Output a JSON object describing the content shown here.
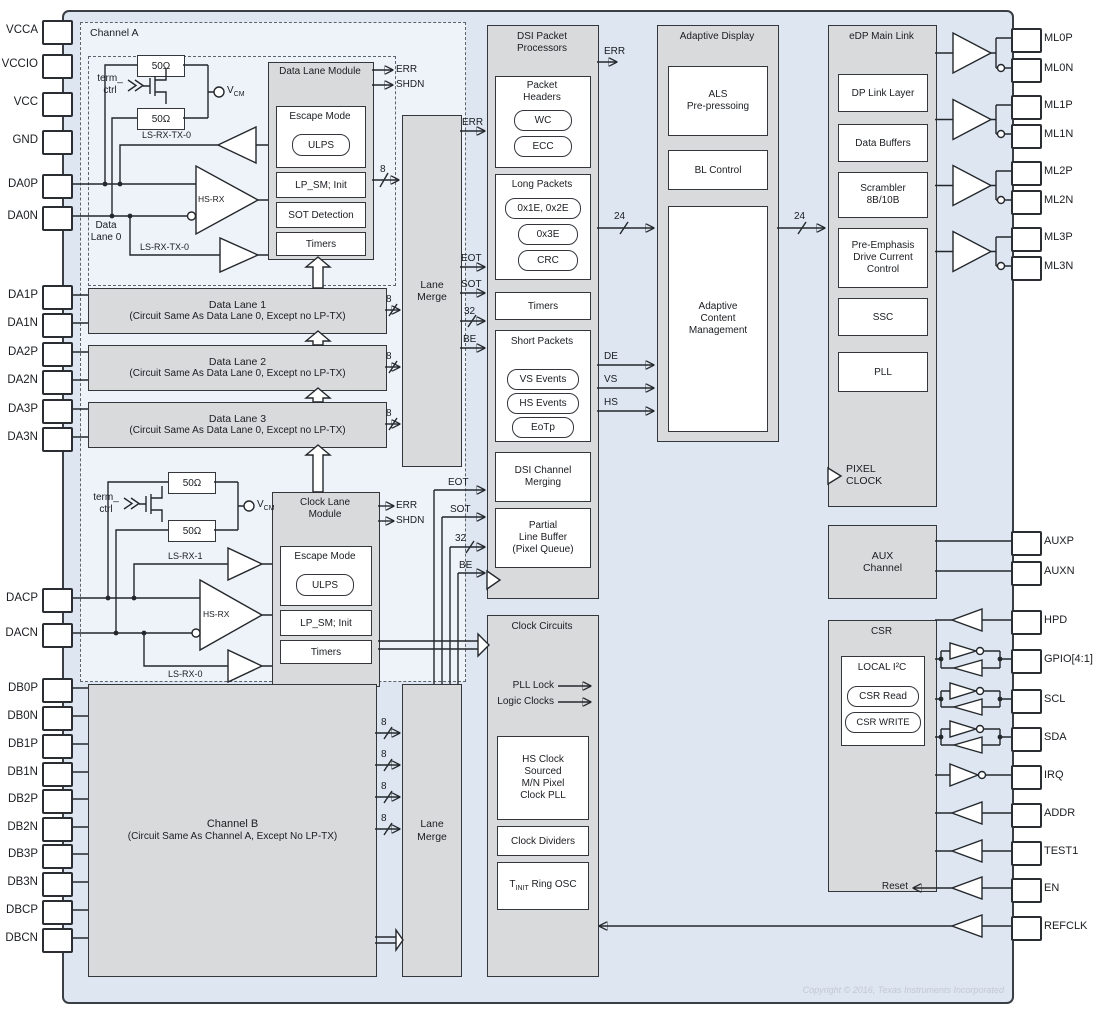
{
  "diagram": {
    "watermark": "Copyright © 2016, Texas Instruments Incorporated"
  },
  "colors": {
    "chip_bg": "#dde6f1",
    "block_fill": "#d9dadb",
    "line": "#24282c",
    "white": "#ffffff"
  },
  "pins": {
    "left": [
      "VCCA",
      "VCCIO",
      "VCC",
      "GND",
      "DA0P",
      "DA0N",
      "DA1P",
      "DA1N",
      "DA2P",
      "DA2N",
      "DA3P",
      "DA3N",
      "DACP",
      "DACN",
      "DB0P",
      "DB0N",
      "DB1P",
      "DB1N",
      "DB2P",
      "DB2N",
      "DB3P",
      "DB3N",
      "DBCP",
      "DBCN"
    ],
    "right": [
      "ML0P",
      "ML0N",
      "ML1P",
      "ML1N",
      "ML2P",
      "ML2N",
      "ML3P",
      "ML3N",
      "AUXP",
      "AUXN",
      "HPD",
      "GPIO[4:1]",
      "SCL",
      "SDA",
      "IRQ",
      "ADDR",
      "TEST1",
      "EN",
      "REFCLK"
    ]
  },
  "signals": {
    "err": "ERR",
    "shdn": "SHDN",
    "eot": "EOT",
    "sot": "SOT",
    "be": "BE",
    "de": "DE",
    "vs": "VS",
    "hs": "HS",
    "pll_lock": "PLL Lock",
    "logic_clocks": "Logic Clocks",
    "reset": "Reset"
  },
  "buses": {
    "b8": "8",
    "b24": "24",
    "b32": "32"
  },
  "labels": {
    "vcm_base": "V",
    "vcm_sub": "CM",
    "term_line1": "term_",
    "term_line2": "ctrl",
    "r50": "50Ω"
  },
  "channel_a": {
    "title": "Channel A",
    "ls_rx_tx": "LS-RX-TX-0",
    "hs_rx": "HS-RX",
    "ls_rx_1": "LS-RX-1",
    "ls_rx_0": "LS-RX-0",
    "lane0_line1": "Data",
    "lane0_line2": "Lane 0",
    "data_lane_module": {
      "title": "Data Lane Module",
      "escape_mode": "Escape Mode",
      "ulps": "ULPS",
      "lp_sm": "LP_SM; Init",
      "sot_detection": "SOT Detection",
      "timers": "Timers"
    },
    "clock_lane_module": {
      "title_line1": "Clock Lane",
      "title_line2": "Module",
      "escape_mode": "Escape Mode",
      "ulps": "ULPS",
      "lp_sm": "LP_SM; Init",
      "timers": "Timers"
    },
    "lane1_title": "Data Lane 1",
    "lane2_title": "Data Lane 2",
    "lane3_title": "Data Lane 3",
    "lane_subtitle": "(Circuit Same As Data Lane 0, Except no LP-TX)"
  },
  "lane_merge": {
    "line1": "Lane",
    "line2": "Merge"
  },
  "channel_b": {
    "title": "Channel B",
    "subtitle": "(Circuit Same As Channel A, Except No LP-TX)"
  },
  "dsi": {
    "title_line1": "DSI Packet",
    "title_line2": "Processors",
    "packet_headers_line1": "Packet",
    "packet_headers_line2": "Headers",
    "wc": "WC",
    "ecc": "ECC",
    "long_packets": "Long Packets",
    "lp_pill1": "0x1E, 0x2E",
    "lp_pill2": "0x3E",
    "lp_pill3": "CRC",
    "timers": "Timers",
    "short_packets": "Short Packets",
    "sp_pill1": "VS Events",
    "sp_pill2": "HS Events",
    "sp_pill3": "EoTp",
    "merging_line1": "DSI Channel",
    "merging_line2": "Merging",
    "plb_line1": "Partial",
    "plb_line2": "Line Buffer",
    "plb_line3": "(Pixel Queue)"
  },
  "clock_circuits": {
    "title": "Clock Circuits",
    "hs1": "HS Clock",
    "hs2": "Sourced",
    "hs3": "M/N Pixel",
    "hs4": "Clock PLL",
    "dividers": "Clock Dividers",
    "tinit_base": "T",
    "tinit_sub": "INIT",
    "tinit_rest": " Ring OSC"
  },
  "adaptive_display": {
    "title": "Adaptive Display",
    "als_line1": "ALS",
    "als_line2": "Pre-pressoing",
    "bl": "BL Control",
    "acm_line1": "Adaptive",
    "acm_line2": "Content",
    "acm_line3": "Management"
  },
  "edp": {
    "title": "eDP Main Link",
    "dp_link_layer": "DP Link Layer",
    "data_buffers": "Data Buffers",
    "scrambler_line1": "Scrambler",
    "scrambler_line2": "8B/10B",
    "pe_line1": "Pre-Emphasis",
    "pe_line2": "Drive Current",
    "pe_line3": "Control",
    "ssc": "SSC",
    "pll": "PLL",
    "pixel_line1": "PIXEL",
    "pixel_line2": "CLOCK"
  },
  "aux": {
    "line1": "AUX",
    "line2": "Channel"
  },
  "csr": {
    "title": "CSR",
    "local_i2c": "LOCAL I²C",
    "read": "CSR Read",
    "write": "CSR WRITE"
  }
}
